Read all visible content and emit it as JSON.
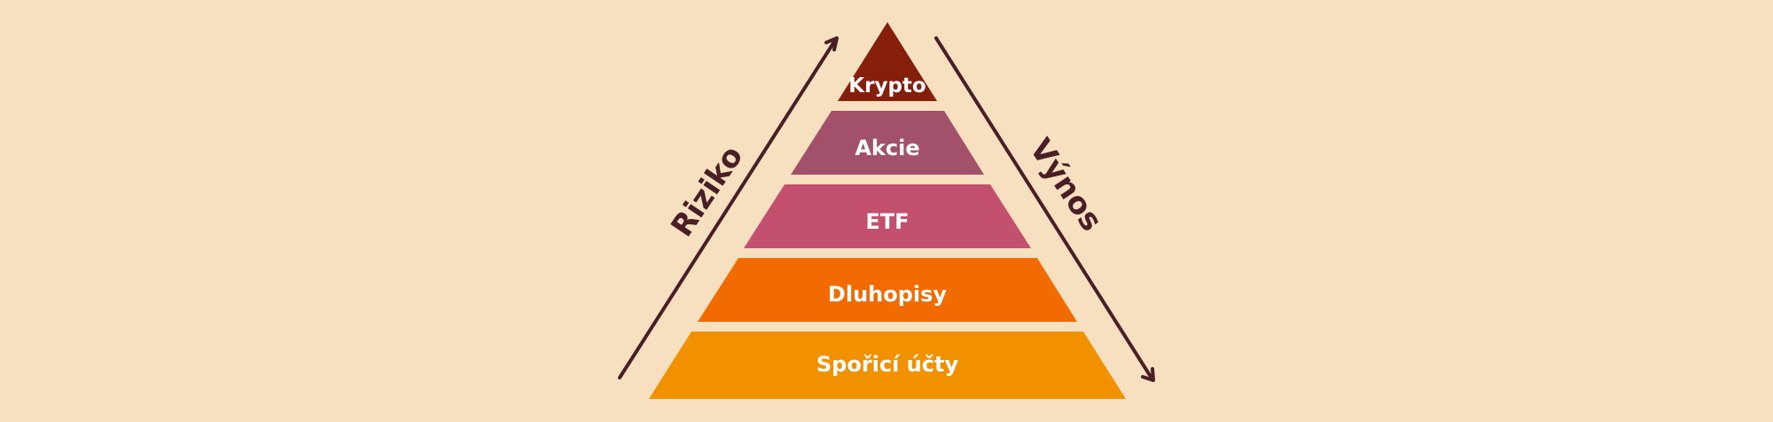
{
  "colors": {
    "background": "#f6e0bf",
    "arrow": "#4a1e26",
    "label_text": "#ffffff",
    "side_text": "#4a1e26"
  },
  "pyramid": {
    "levels": [
      {
        "label": "Krypto",
        "color": "#861e0c"
      },
      {
        "label": "Akcie",
        "color": "#a3506a"
      },
      {
        "label": "ETF",
        "color": "#c2506e"
      },
      {
        "label": "Dluhopisy",
        "color": "#f26b00"
      },
      {
        "label": "Spořicí účty",
        "color": "#f29100"
      }
    ]
  },
  "axes": {
    "left": {
      "label": "Riziko",
      "icon": "arrow-up-right-icon"
    },
    "right": {
      "label": "Výnos",
      "icon": "arrow-down-right-icon"
    }
  }
}
